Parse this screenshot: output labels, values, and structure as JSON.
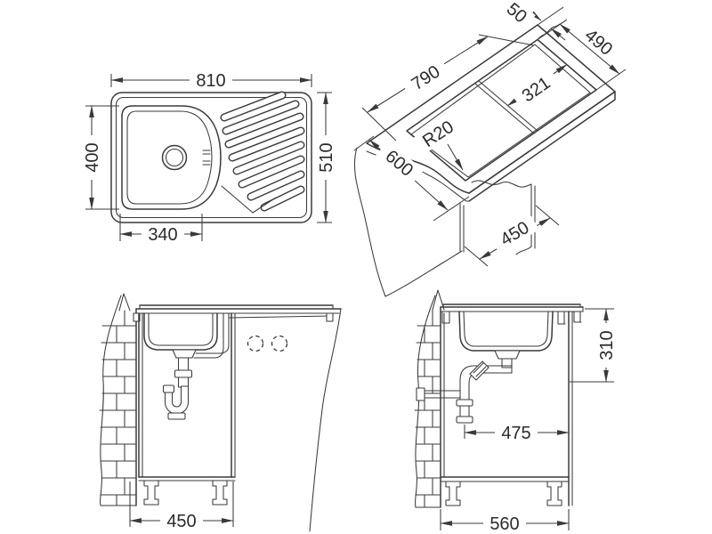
{
  "colors": {
    "line": "#3a3a3a",
    "background": "#ffffff"
  },
  "views": {
    "plan": {
      "dims": {
        "overall_width": "810",
        "overall_depth": "510",
        "bowl_width": "340",
        "bowl_depth": "400"
      }
    },
    "isometric": {
      "dims": {
        "front_edge_offset": "50",
        "cutout_width": "490",
        "cutout_length": "790",
        "bowl_section_length": "321",
        "corner_radius": "R20",
        "worktop_depth": "600",
        "cabinet_min_width": "450"
      }
    },
    "front_section": {
      "dims": {
        "cabinet_min_width": "450"
      }
    },
    "side_section": {
      "dims": {
        "outlet_height": "310",
        "outlet_offset": "475",
        "cabinet_depth": "560"
      }
    }
  }
}
